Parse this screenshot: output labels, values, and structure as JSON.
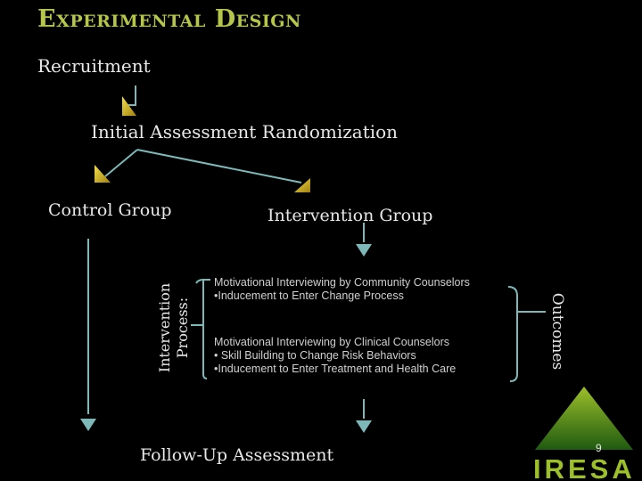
{
  "slide": {
    "title": "Experimental Design",
    "recruitment": "Recruitment",
    "initial_assessment": "Initial Assessment Randomization",
    "control_group": "Control Group",
    "intervention_group": "Intervention Group",
    "intervention_process_line1": "Intervention",
    "intervention_process_line2": "Process:",
    "community_counselors": {
      "heading": "Motivational Interviewing by Community Counselors",
      "bullets": [
        "•Inducement to Enter Change Process"
      ]
    },
    "clinical_counselors": {
      "heading": "Motivational Interviewing by Clinical Counselors",
      "bullets": [
        "• Skill Building to Change Risk Behaviors",
        "•Inducement to Enter Treatment and Health Care"
      ]
    },
    "outcomes": "Outcomes",
    "follow_up": "Follow-Up Assessment",
    "page_number": "9",
    "logo_text": "IRESA"
  },
  "colors": {
    "title": "#b5c64a",
    "connector": "#7fb8b8",
    "arrowhead_fill": "#e0c020",
    "logo": "#9cbf2a"
  }
}
